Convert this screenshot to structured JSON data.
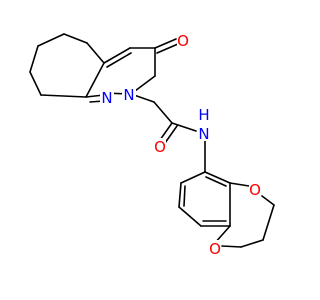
{
  "molecule": {
    "atoms": {
      "o_ketone": "O",
      "n_ring": "N",
      "n_imine": "N",
      "o_amide": "O",
      "n_amide_h": "N",
      "h_amide": "H",
      "o_dioxane_upper": "O",
      "o_dioxane_lower": "O"
    },
    "colors": {
      "oxygen": "#ff0000",
      "nitrogen": "#0000ff",
      "bond": "#000000",
      "background": "#ffffff"
    }
  }
}
